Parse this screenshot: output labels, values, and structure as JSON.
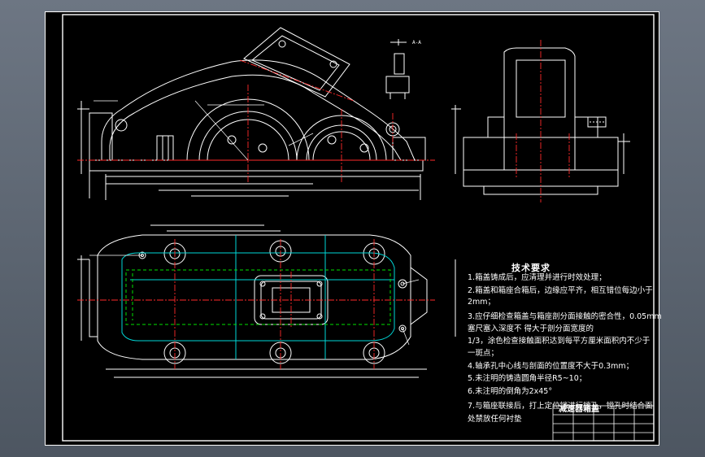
{
  "drawing": {
    "background": "#000000",
    "line_color": "#ffffff",
    "center_line_color": "#ff2a2a",
    "hidden_line_color": "#00e000",
    "inner_contour_color": "#00d7d7",
    "leader_color": "#ffffff"
  },
  "tech_requirements": {
    "title": "技术要求",
    "items": [
      "1.箱盖铸成后，应清理并进行时效处理；",
      "2.箱盖和箱座合箱后，边缘应平齐，相互错位每边小于",
      "2mm；",
      "3.应仔细检查箱盖与箱座剖分面接触的密合性，0.05mm",
      "塞尺塞入深度不              得大于剖分面宽度的",
      "1/3，涂色检查接触面积达到每平方厘米面积内不少于",
      "一斑点；",
      "4.轴承孔中心线与剖面的位置度不大于0.3mm；",
      "5.未注明的铸造圆角半径R5~10；",
      "6.未注明的倒角为2x45°",
      "7.与箱座联接后，打上定位销进行镗孔，镗孔时结合面",
      "处禁放任何衬垫"
    ]
  },
  "title_block": {
    "name": "减速器箱盖"
  }
}
